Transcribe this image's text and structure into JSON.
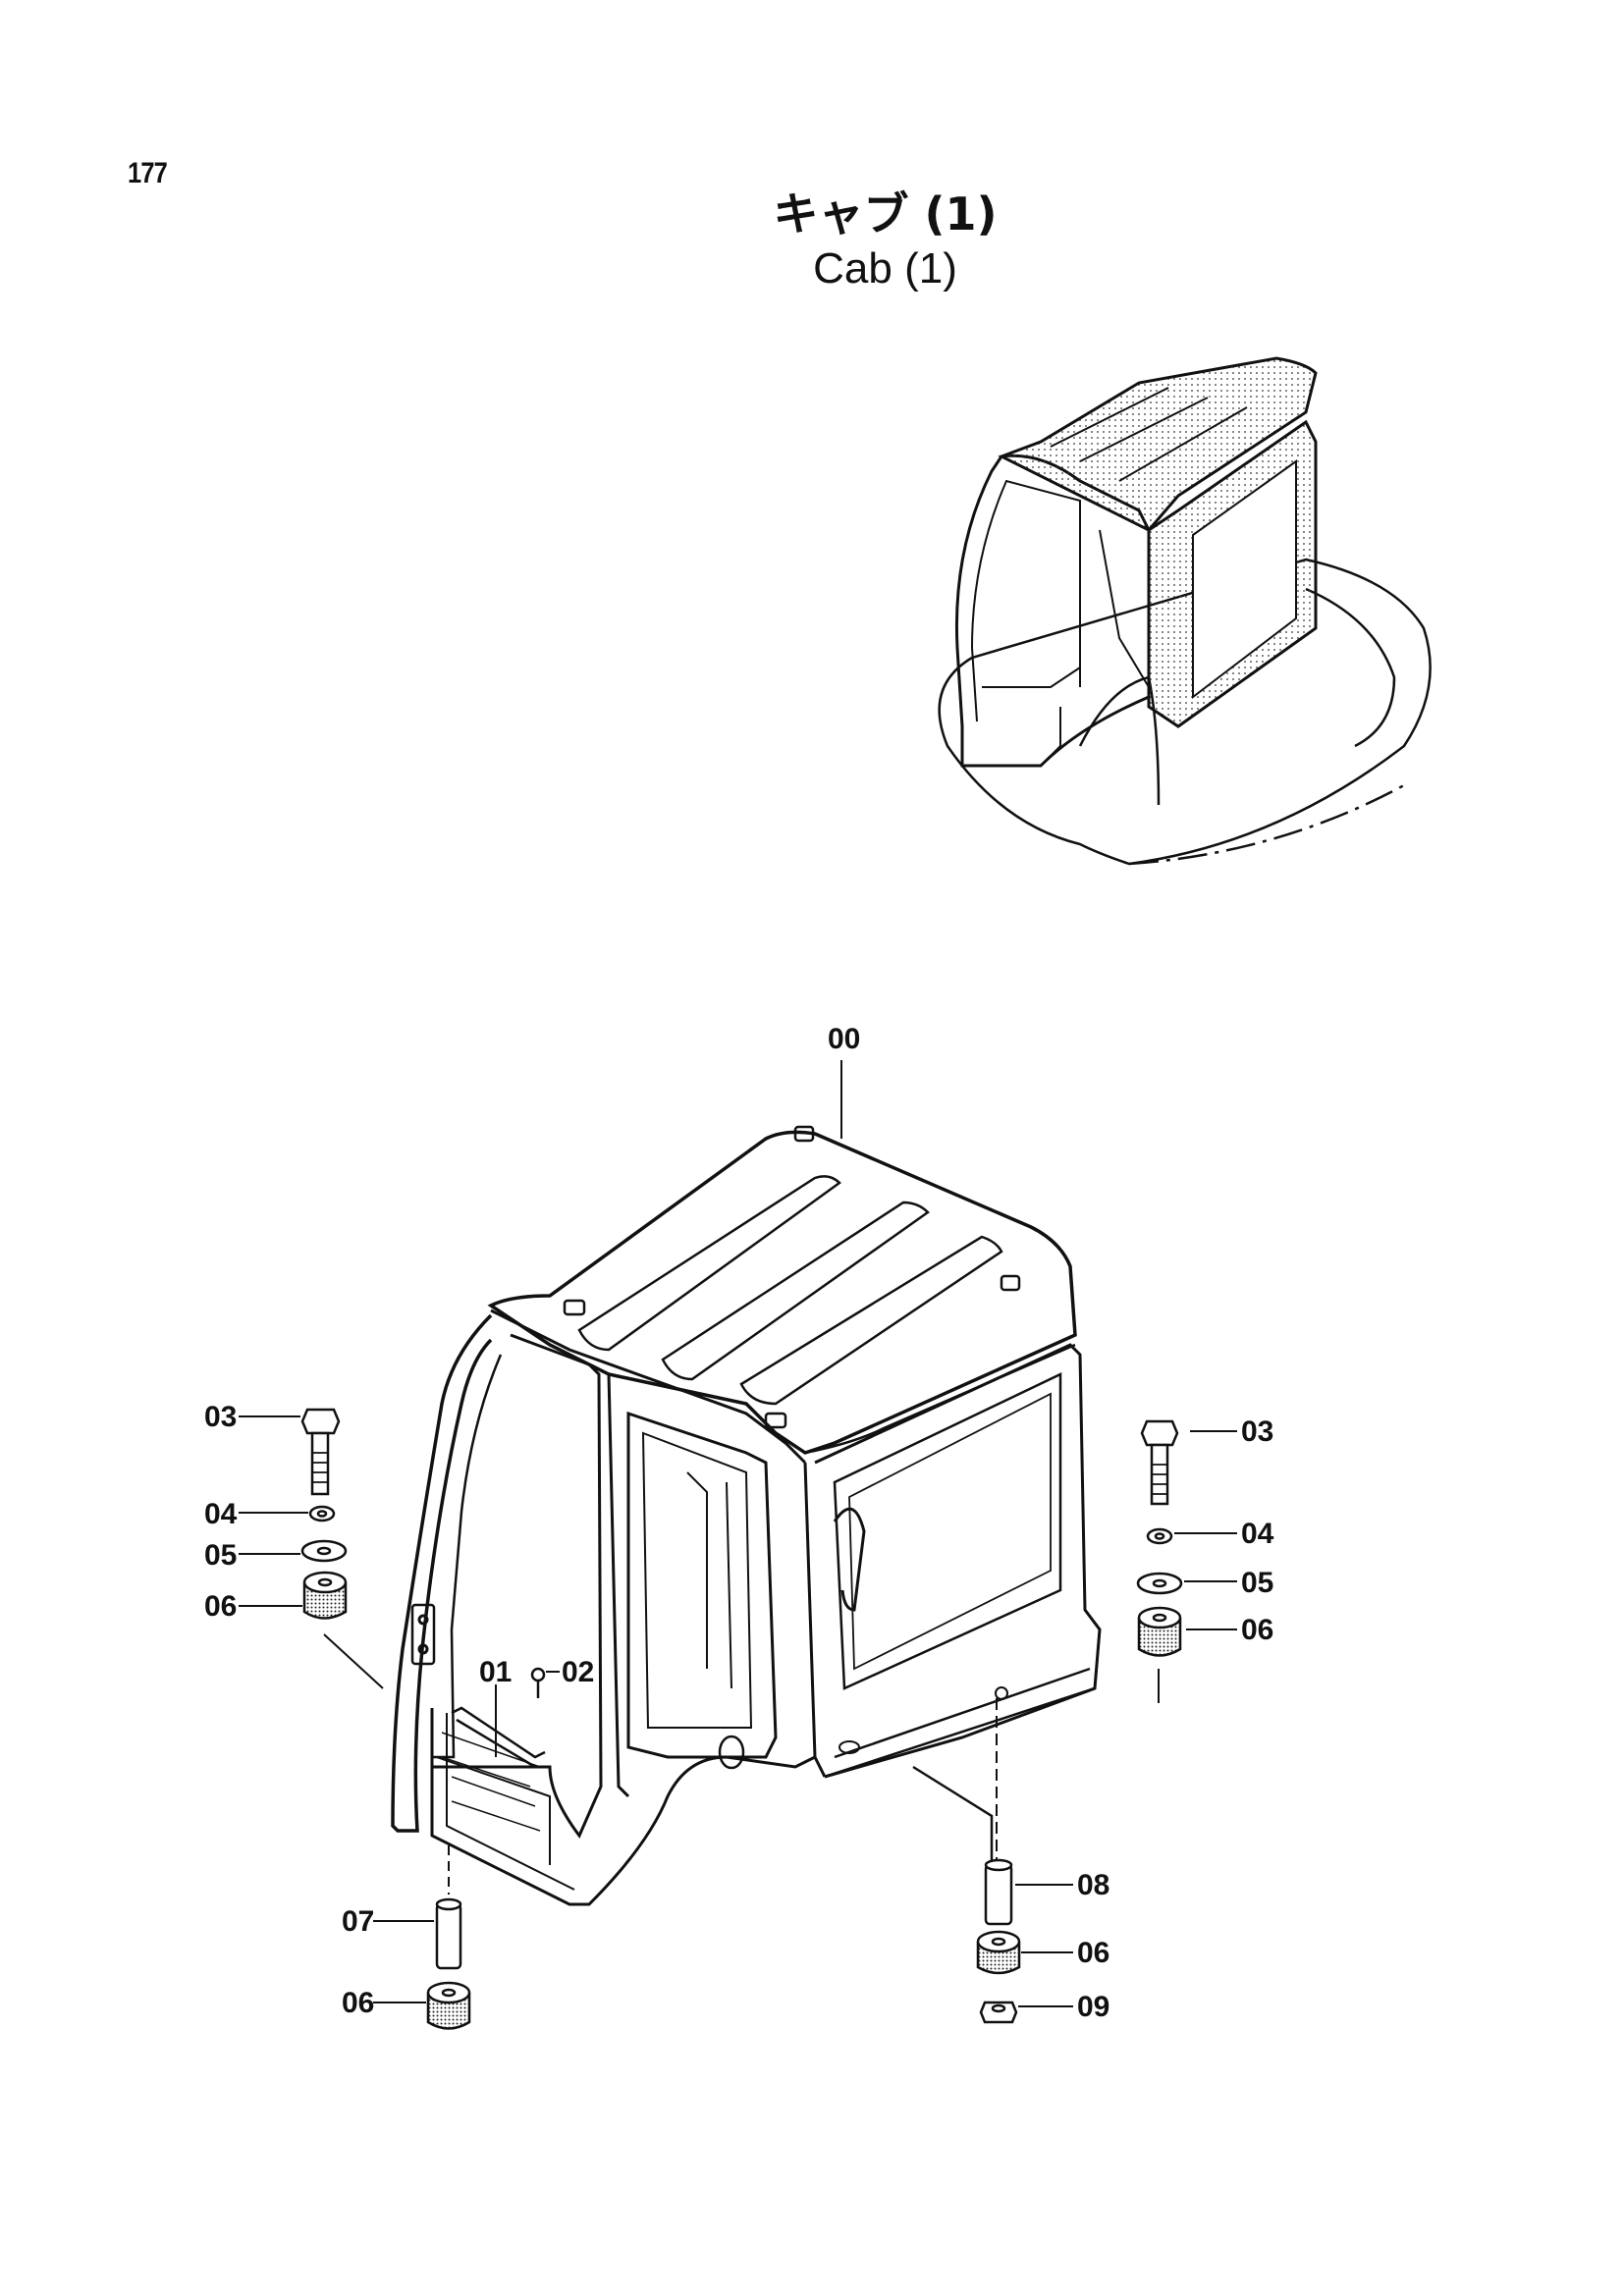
{
  "page_number": "177",
  "title_jp": "キャブ (1)",
  "title_en": "Cab (1)",
  "callouts": {
    "c00": "00",
    "c01": "01",
    "c02": "02",
    "c03_left": "03",
    "c04_left": "04",
    "c05_left": "05",
    "c06_left": "06",
    "c03_right": "03",
    "c04_right": "04",
    "c05_right": "05",
    "c06_right": "06",
    "c07": "07",
    "c06_bottom_left": "06",
    "c08": "08",
    "c06_bottom_right": "06",
    "c09": "09"
  }
}
